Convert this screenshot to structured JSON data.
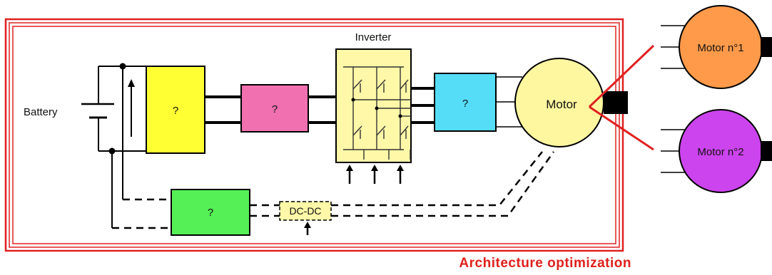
{
  "battery_label": "Battery",
  "inverter_title": "Inverter",
  "blocks": {
    "yellow": "?",
    "pink": "?",
    "cyan": "?",
    "green": "?"
  },
  "dcdc_label": "DC-DC",
  "motor_label": "Motor",
  "motor1_label": "Motor n°1",
  "motor2_label": "Motor n°2",
  "caption": "Architecture optimization",
  "colors": {
    "frame": "#e02020",
    "yellow": "#ffff33",
    "pink": "#f070b0",
    "cyan": "#55ddf8",
    "green": "#55f055",
    "inverter": "#fff8a8",
    "dcdc": "#fff8a8",
    "motor": "#fff7a0",
    "motor1": "#ff9a4a",
    "motor2": "#cc44ee",
    "caption": "#e0201c"
  }
}
